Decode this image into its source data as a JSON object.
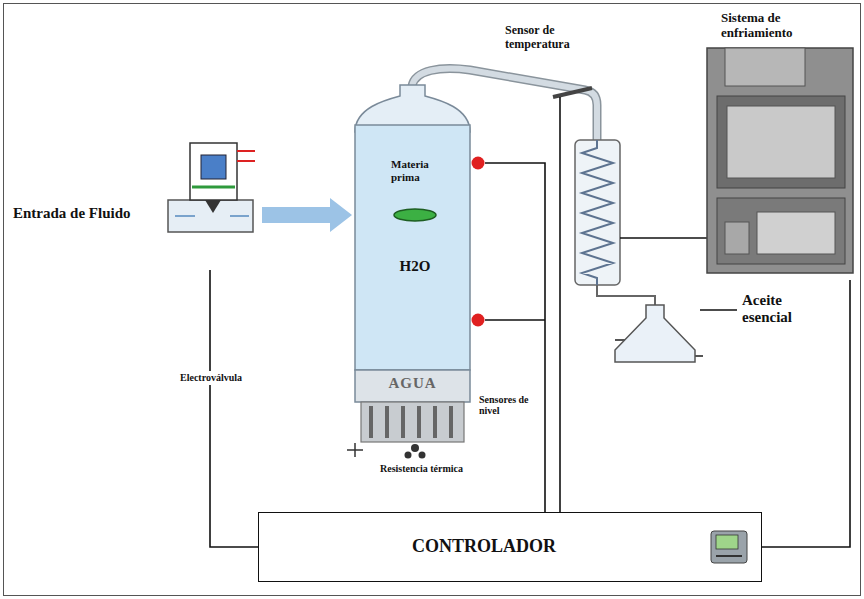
{
  "diagram": {
    "nodes": [
      {
        "text": [
          "Entrada de Fluido"
        ]
      },
      {
        "text": [
          "Materia prima",
          "H2O",
          "AGUA"
        ]
      },
      {
        "text": [
          "CONTROLADOR"
        ]
      },
      {
        "text": [
          "Sistema de enfriamiento"
        ]
      }
    ],
    "edges": [
      {
        "from": 2,
        "to": 0,
        "arrow": "none",
        "label": "Electroválvula"
      },
      {
        "from": 1,
        "to": 2,
        "arrow": "none",
        "label": "Sensores de nivel"
      },
      {
        "from": 2,
        "to": 3,
        "arrow": "none"
      }
    ],
    "labels": [
      "Sensor de temperatura",
      "Aceite esencial",
      "Resistencia térmica"
    ]
  }
}
